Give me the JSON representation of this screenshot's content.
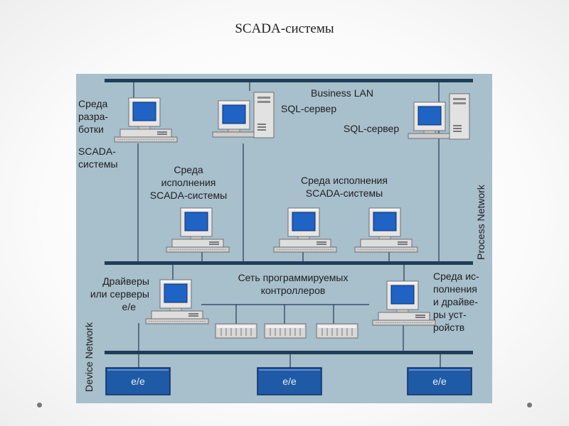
{
  "slide": {
    "title": "SCADA-системы"
  },
  "diagram": {
    "business_lan": "Business LAN",
    "sql_server_1": "SQL-сервер",
    "sql_server_2": "SQL-сервер",
    "dev_env": [
      "Среда",
      "разра-",
      "ботки",
      "SCADA-",
      "системы"
    ],
    "runtime_1": [
      "Среда",
      "исполнения",
      "SCADA-системы"
    ],
    "runtime_2": [
      "Среда исполнения",
      "SCADA-системы"
    ],
    "process_network": "Process Network",
    "drivers": [
      "Драйверы",
      "или серверы",
      "е/е"
    ],
    "plc_network": [
      "Сеть программируемых",
      "контроллеров"
    ],
    "runtime_drivers": [
      "Среда ис-",
      "полнения",
      "и драйве-",
      "ры уст-",
      "ройств"
    ],
    "device_network": "Device Network",
    "devices": [
      "е/е",
      "е/е",
      "е/е"
    ]
  },
  "colors": {
    "diagram_bg": "#a8bfcc",
    "bus_line": "#1f3c58",
    "monitor_screen": "#1f63c4",
    "device_box": "#1f5aa6"
  }
}
